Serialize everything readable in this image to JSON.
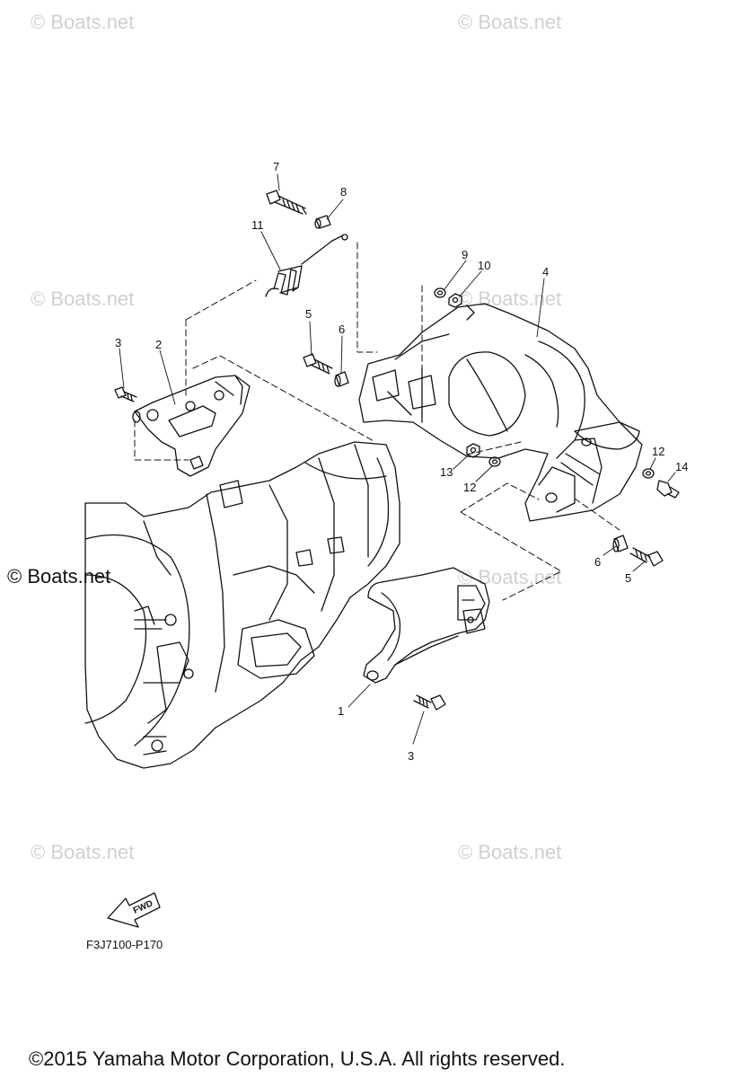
{
  "watermarks": {
    "top_left": "© Boats.net",
    "top_right": "© Boats.net",
    "mid_left": "© Boats.net",
    "mid_right": "© Boats.net",
    "main": "© Boats.net",
    "lower_center": "© Boats.net",
    "bottom_left": "© Boats.net",
    "bottom_right": "© Boats.net"
  },
  "callouts": {
    "c1": "1",
    "c2": "2",
    "c3a": "3",
    "c3b": "3",
    "c4": "4",
    "c5a": "5",
    "c5b": "5",
    "c6a": "6",
    "c6b": "6",
    "c7": "7",
    "c8": "8",
    "c9": "9",
    "c10": "10",
    "c11": "11",
    "c12a": "12",
    "c12b": "12",
    "c13": "13",
    "c14": "14"
  },
  "fwd_label": "FWD",
  "figure_code": "F3J7100-P170",
  "copyright": "©2015 Yamaha Motor Corporation, U.S.A. All rights reserved."
}
